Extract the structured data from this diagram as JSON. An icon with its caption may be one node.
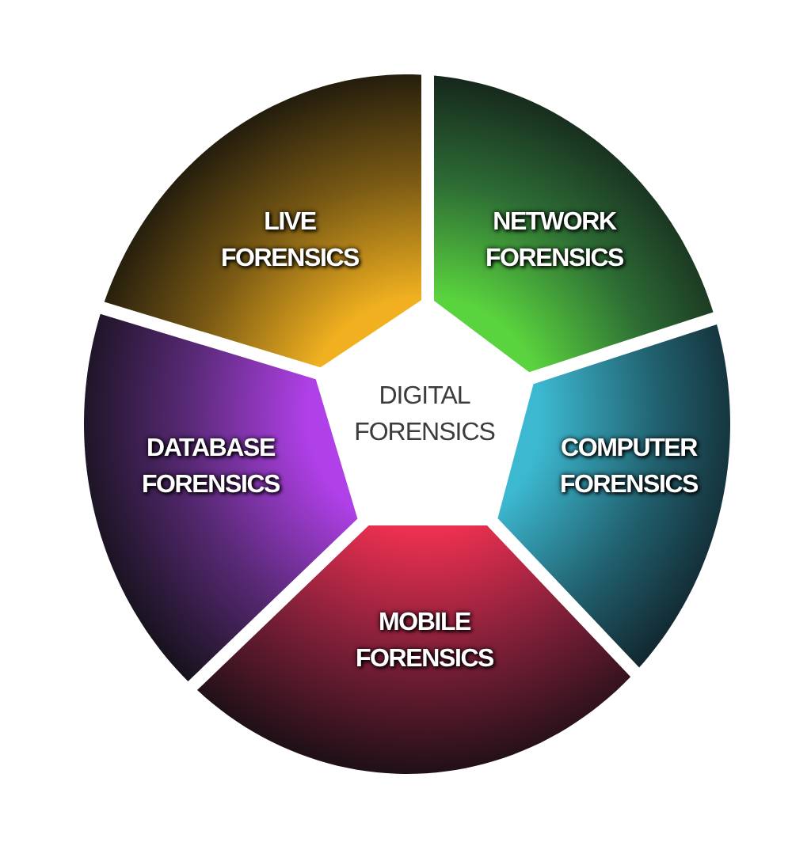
{
  "diagram": {
    "nodes": [
      {
        "text": [
          "LIVE FORENSICS"
        ]
      },
      {
        "text": [
          "NETWORK FORENSICS"
        ]
      },
      {
        "text": [
          "DIGITAL FORENSICS"
        ]
      },
      {
        "text": [
          "DATABASE FORENSICS"
        ]
      },
      {
        "text": [
          "COMPUTER FORENSICS"
        ]
      },
      {
        "text": [
          "MOBILE FORENSICS"
        ]
      }
    ]
  }
}
